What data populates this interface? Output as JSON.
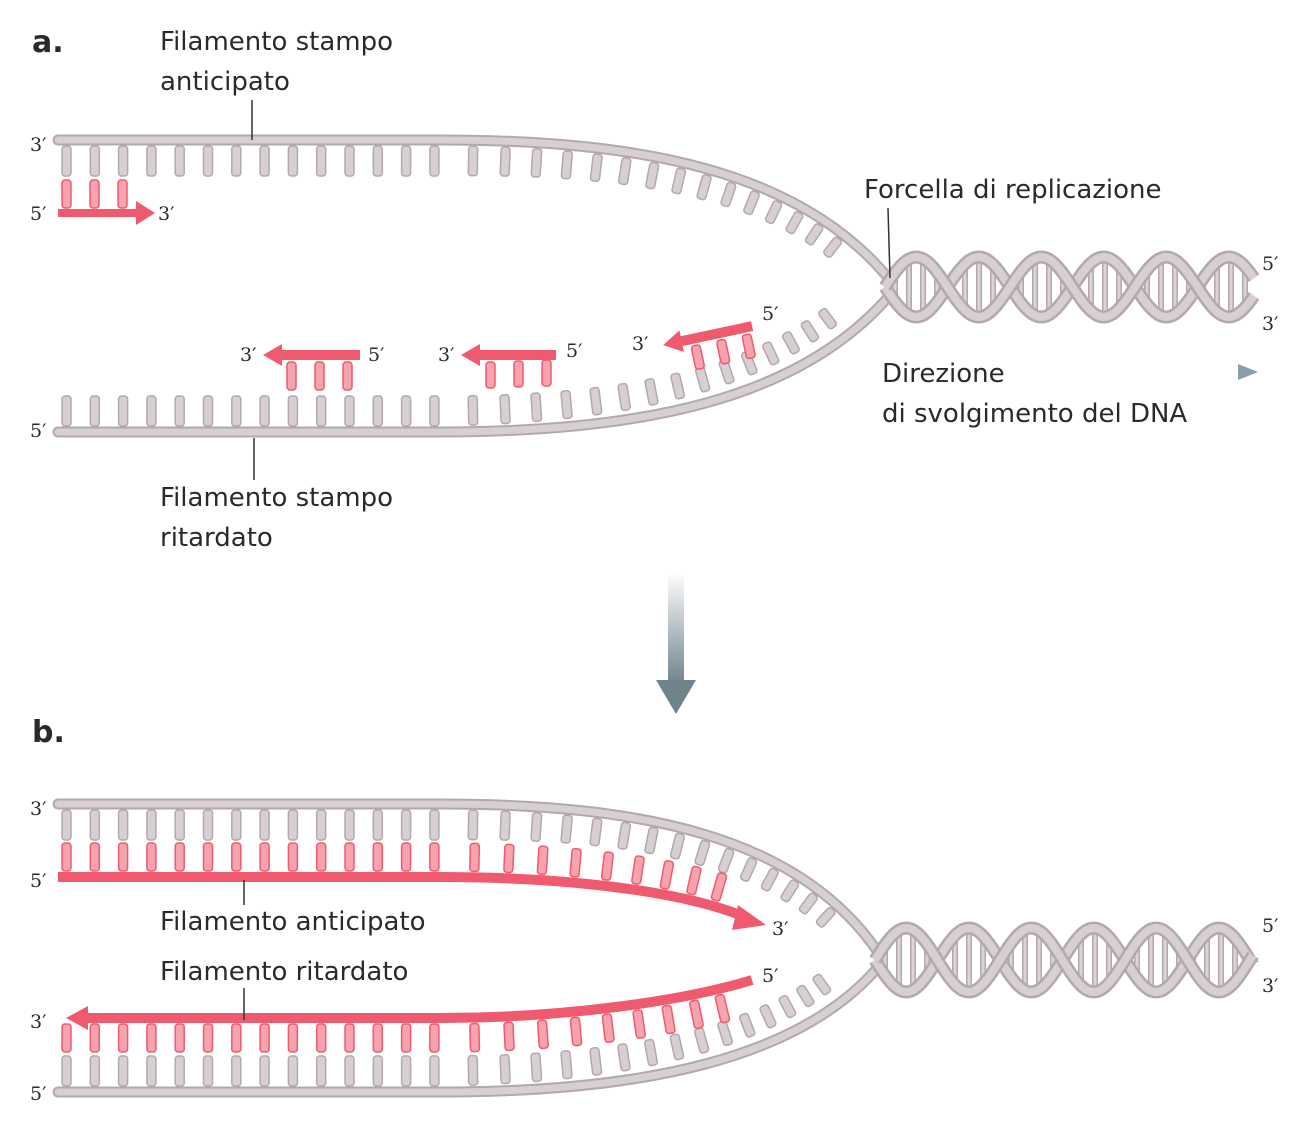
{
  "panel_a": {
    "label": "a.",
    "leading_template_label": [
      "Filamento stampo",
      "anticipato"
    ],
    "lagging_template_label": [
      "Filamento stampo",
      "ritardato"
    ],
    "fork_label": "Forcella di replicazione",
    "direction_label": [
      "Direzione",
      "di svolgimento del DNA"
    ],
    "top_strand_end_left": "3′",
    "bottom_strand_end_left": "5′",
    "leading_primer": {
      "start": "5′",
      "end": "3′"
    },
    "okazaki_fragments": [
      {
        "end3": "3′",
        "end5": "5′"
      },
      {
        "end3": "3′",
        "end5": "5′"
      },
      {
        "end3": "3′",
        "end5": "5′"
      }
    ],
    "helix_ends": [
      "5′",
      "3′"
    ]
  },
  "panel_b": {
    "label": "b.",
    "top_strand_end_left": "3′",
    "leading_strand": {
      "start": "5′",
      "end": "3′",
      "label": "Filamento anticipato"
    },
    "lagging_strand": {
      "start": "3′",
      "end": "5′",
      "label": "Filamento ritardato"
    },
    "bottom_strand_end_left": "5′",
    "helix_ends": [
      "5′",
      "3′"
    ]
  },
  "colors": {
    "template": "#d2c8cc",
    "template_edge": "#b3a8ad",
    "new_strand": "#ef5a6e",
    "new_strand_light": "#f5a3ae",
    "arrow": "#7f929b"
  }
}
